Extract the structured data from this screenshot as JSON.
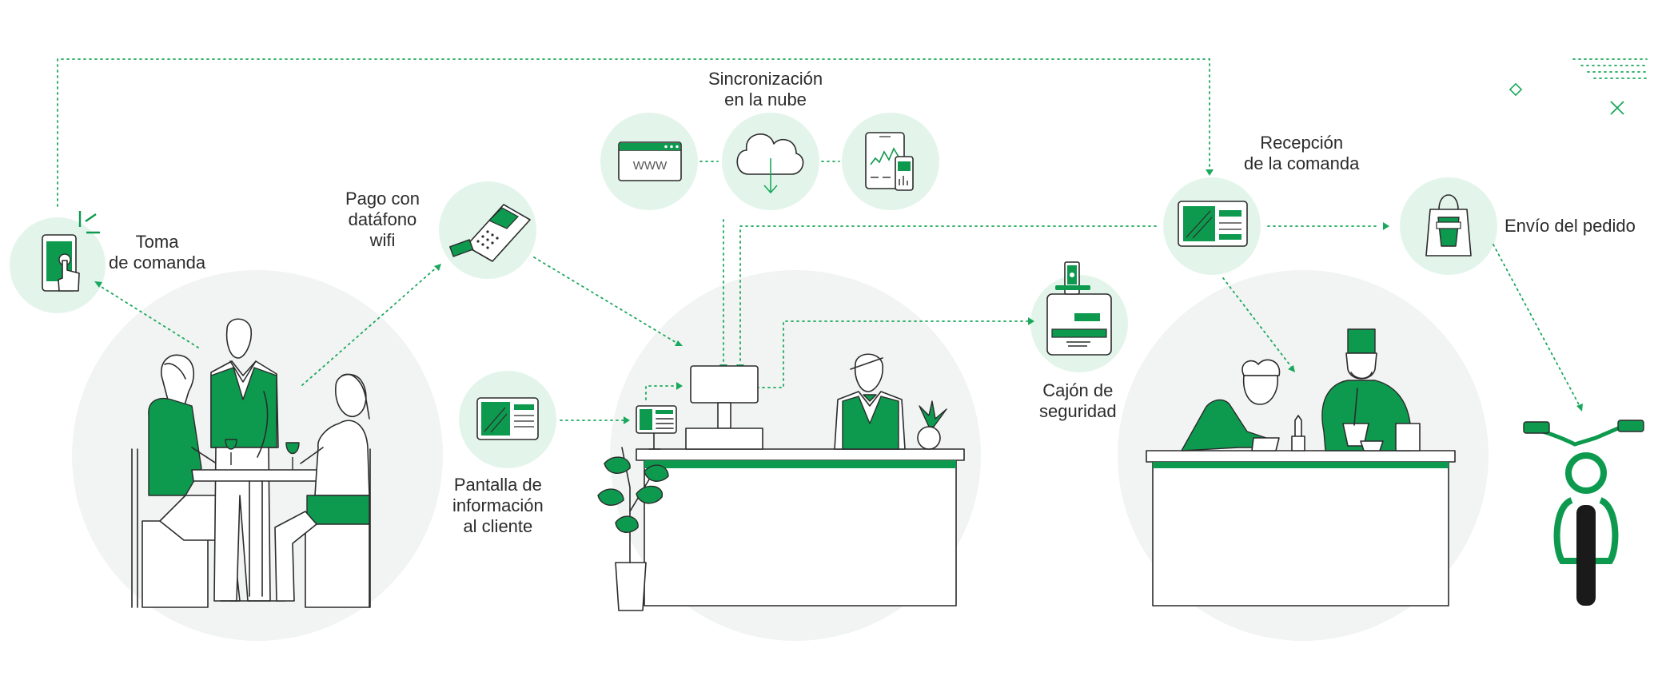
{
  "colors": {
    "accent": "#0d9a4f",
    "accent_light": "#e3f5eb",
    "stage_bg": "#f1f4f2",
    "outline": "#2b2b2b",
    "dots": "#1aa85c"
  },
  "labels": {
    "toma_l1": "Toma",
    "toma_l2": "de comanda",
    "pago_l1": "Pago con",
    "pago_l2": "datáfono",
    "pago_l3": "wifi",
    "sync_l1": "Sincronización",
    "sync_l2": "en la nube",
    "pantalla_l1": "Pantalla de",
    "pantalla_l2": "información",
    "pantalla_l3": "al cliente",
    "cajon_l1": "Cajón de",
    "cajon_l2": "seguridad",
    "recepcion_l1": "Recepción",
    "recepcion_l2": "de la comanda",
    "envio": "Envío del pedido",
    "www": "WWW"
  },
  "icons": [
    "tablet-touch-icon",
    "card-terminal-icon",
    "browser-www-icon",
    "cloud-download-icon",
    "devices-chart-icon",
    "customer-display-icon",
    "cash-drawer-icon",
    "order-tablet-icon",
    "takeaway-bag-icon"
  ]
}
